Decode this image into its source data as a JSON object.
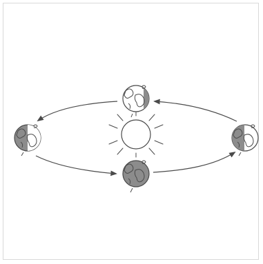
{
  "diagram": {
    "colors": {
      "stroke": "#4a4a4a",
      "earth_day": "#ffffff",
      "earth_shadow": "#8c8c8c",
      "sun_fill": "#ffffff",
      "frame_border": "#d9d9d9"
    },
    "elements": {
      "sun": "sun-icon",
      "earths": [
        "earth-top",
        "earth-left",
        "earth-bottom",
        "earth-right"
      ],
      "arrows": [
        "orbit-arrow-top-to-left",
        "orbit-arrow-left-to-bottom",
        "orbit-arrow-bottom-to-right",
        "orbit-arrow-right-to-top"
      ]
    }
  }
}
